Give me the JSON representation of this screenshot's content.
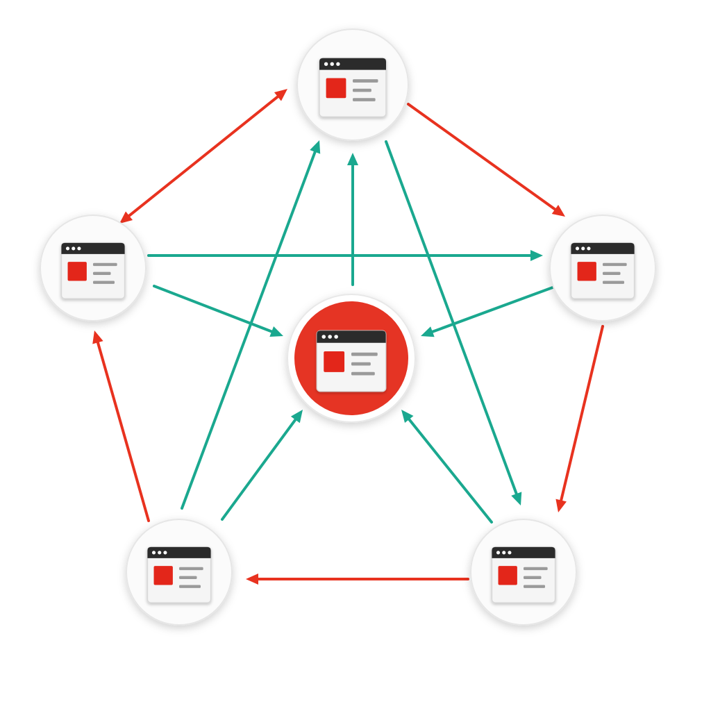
{
  "diagram": {
    "background": "#ffffff",
    "colors": {
      "red": "#e8321f",
      "teal": "#1aa88f",
      "node_fill": "#fbfbfb",
      "node_stroke": "#e6e6e6",
      "center_fill": "#e53424",
      "center_ring": "#ffffff",
      "icon_bar": "#2b2b2b",
      "icon_body": "#f5f5f5",
      "icon_block": "#e3261a",
      "icon_lines": "#9a9a9a"
    },
    "nodes": [
      {
        "id": "top",
        "role": "peripheral",
        "icon": "browser-window-icon"
      },
      {
        "id": "left",
        "role": "peripheral",
        "icon": "browser-window-icon"
      },
      {
        "id": "right",
        "role": "peripheral",
        "icon": "browser-window-icon"
      },
      {
        "id": "bottom-left",
        "role": "peripheral",
        "icon": "browser-window-icon"
      },
      {
        "id": "bottom-right",
        "role": "peripheral",
        "icon": "browser-window-icon"
      },
      {
        "id": "center",
        "role": "hub",
        "icon": "browser-window-icon"
      }
    ],
    "edges": [
      {
        "from": "top",
        "to": "left",
        "color": "red",
        "bidirectional": true
      },
      {
        "from": "top",
        "to": "right",
        "color": "red",
        "bidirectional": false
      },
      {
        "from": "right",
        "to": "bottom-right",
        "color": "red",
        "bidirectional": false
      },
      {
        "from": "bottom-right",
        "to": "bottom-left",
        "color": "red",
        "bidirectional": false
      },
      {
        "from": "bottom-left",
        "to": "left",
        "color": "red",
        "bidirectional": false
      },
      {
        "from": "left",
        "to": "right",
        "color": "teal",
        "bidirectional": false
      },
      {
        "from": "left",
        "to": "center",
        "color": "teal",
        "bidirectional": false
      },
      {
        "from": "right",
        "to": "center",
        "color": "teal",
        "bidirectional": false
      },
      {
        "from": "center",
        "to": "top",
        "color": "teal",
        "bidirectional": false
      },
      {
        "from": "bottom-left",
        "to": "top",
        "color": "teal",
        "bidirectional": false
      },
      {
        "from": "top",
        "to": "bottom-right",
        "color": "teal",
        "bidirectional": false
      },
      {
        "from": "bottom-left",
        "to": "center",
        "color": "teal",
        "bidirectional": false
      },
      {
        "from": "bottom-right",
        "to": "center",
        "color": "teal",
        "bidirectional": false
      }
    ]
  }
}
